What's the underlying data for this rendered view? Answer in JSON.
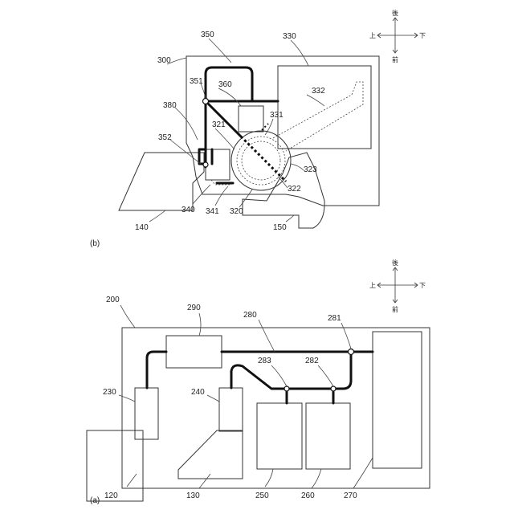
{
  "panels": {
    "a": "(a)",
    "b": "(b)"
  },
  "labels_a": {
    "r200": "200",
    "r290": "290",
    "r280": "280",
    "r281": "281",
    "r230": "230",
    "r240": "240",
    "r283": "283",
    "r282": "282",
    "r120": "120",
    "r130": "130",
    "r250": "250",
    "r260": "260",
    "r270": "270"
  },
  "labels_b": {
    "r350": "350",
    "r330": "330",
    "r300": "300",
    "r351": "351",
    "r360": "360",
    "r332": "332",
    "r380": "380",
    "r331": "331",
    "r321": "321",
    "r352": "352",
    "r323": "323",
    "r322": "322",
    "r340": "340",
    "r341": "341",
    "r320": "320",
    "r140": "140",
    "r150": "150"
  },
  "directions": {
    "up": "上",
    "down": "下",
    "front": "前",
    "back": "後"
  }
}
